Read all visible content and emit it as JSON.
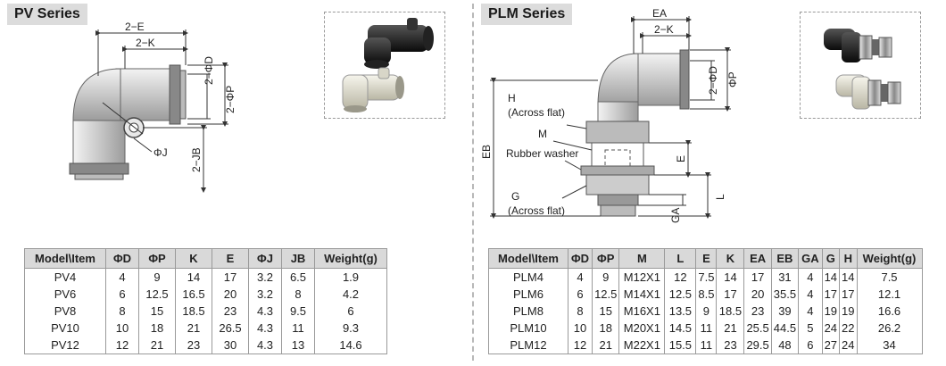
{
  "pv": {
    "title": "PV Series",
    "drawing": {
      "dim_2e": "2−E",
      "dim_2k": "2−K",
      "dim_2phid": "2−ΦD",
      "dim_2phip": "2−ΦP",
      "dim_phij": "ΦJ",
      "dim_2jb": "2−JB"
    },
    "table": {
      "headers": [
        "Model\\Item",
        "ΦD",
        "ΦP",
        "K",
        "E",
        "ΦJ",
        "JB",
        "Weight(g)"
      ],
      "rows": [
        [
          "PV4",
          "4",
          "9",
          "14",
          "17",
          "3.2",
          "6.5",
          "1.9"
        ],
        [
          "PV6",
          "6",
          "12.5",
          "16.5",
          "20",
          "3.2",
          "8",
          "4.2"
        ],
        [
          "PV8",
          "8",
          "15",
          "18.5",
          "23",
          "4.3",
          "9.5",
          "6"
        ],
        [
          "PV10",
          "10",
          "18",
          "21",
          "26.5",
          "4.3",
          "11",
          "9.3"
        ],
        [
          "PV12",
          "12",
          "21",
          "23",
          "30",
          "4.3",
          "13",
          "14.6"
        ]
      ]
    }
  },
  "plm": {
    "title": "PLM Series",
    "drawing": {
      "dim_ea": "EA",
      "dim_2k": "2−K",
      "dim_2phid": "2−ΦD",
      "dim_phip": "ΦP",
      "label_h": "H",
      "label_h_sub": "(Across flat)",
      "label_m": "M",
      "label_rubber": "Rubber washer",
      "label_g": "G",
      "label_g_sub": "(Across flat)",
      "dim_eb": "EB",
      "dim_e": "E",
      "dim_l": "L",
      "dim_ga": "GA"
    },
    "table": {
      "headers": [
        "Model\\Item",
        "ΦD",
        "ΦP",
        "M",
        "L",
        "E",
        "K",
        "EA",
        "EB",
        "GA",
        "G",
        "H",
        "Weight(g)"
      ],
      "rows": [
        [
          "PLM4",
          "4",
          "9",
          "M12X1",
          "12",
          "7.5",
          "14",
          "17",
          "31",
          "4",
          "14",
          "14",
          "7.5"
        ],
        [
          "PLM6",
          "6",
          "12.5",
          "M14X1",
          "12.5",
          "8.5",
          "17",
          "20",
          "35.5",
          "4",
          "17",
          "17",
          "12.1"
        ],
        [
          "PLM8",
          "8",
          "15",
          "M16X1",
          "13.5",
          "9",
          "18.5",
          "23",
          "39",
          "4",
          "19",
          "19",
          "16.6"
        ],
        [
          "PLM10",
          "10",
          "18",
          "M20X1",
          "14.5",
          "11",
          "21",
          "25.5",
          "44.5",
          "5",
          "24",
          "22",
          "26.2"
        ],
        [
          "PLM12",
          "12",
          "21",
          "M22X1",
          "15.5",
          "11",
          "23",
          "29.5",
          "48",
          "6",
          "27",
          "24",
          "34"
        ]
      ]
    }
  }
}
